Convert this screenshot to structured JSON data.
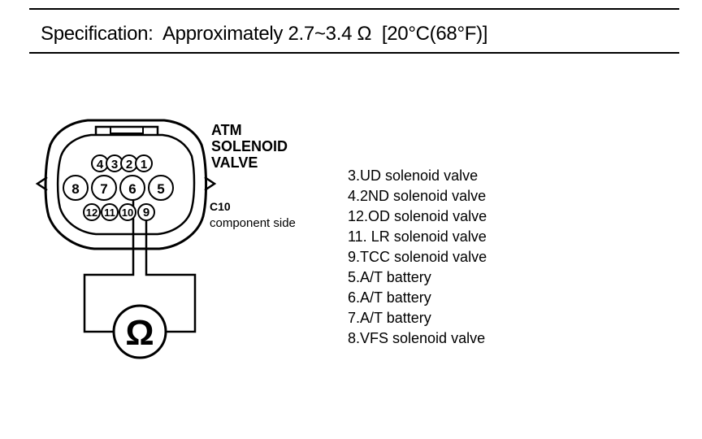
{
  "specification": {
    "text": "Specification:  Approximately 2.7~3.4 Ω  [20°C(68°F)]"
  },
  "component": {
    "title_lines": [
      "ATM",
      "SOLENOID",
      "VALVE"
    ],
    "connector_id": "C10",
    "connector_side": "component side"
  },
  "connector_pins": {
    "top_row": [
      "4",
      "3",
      "2",
      "1"
    ],
    "middle_row": [
      "8",
      "7",
      "6",
      "5"
    ],
    "bottom_row": [
      "12",
      "11",
      "10",
      "9"
    ]
  },
  "meter": {
    "symbol": "Ω"
  },
  "pin_legend": [
    "3.UD solenoid valve",
    "4.2ND solenoid valve",
    "12.OD solenoid valve",
    "11. LR solenoid valve",
    "9.TCC solenoid valve",
    "5.A/T battery",
    "6.A/T battery",
    "7.A/T battery",
    "8.VFS solenoid valve"
  ]
}
